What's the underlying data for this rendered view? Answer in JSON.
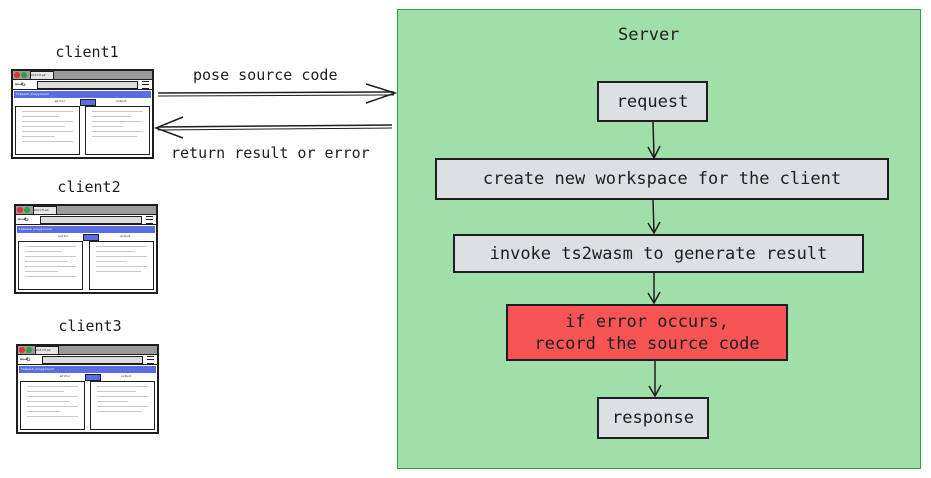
{
  "clients": [
    {
      "label": "client1"
    },
    {
      "label": "client2"
    },
    {
      "label": "client3"
    }
  ],
  "browser_mock": {
    "tab_label": "Untitled",
    "banner": "ts2wasm playground",
    "editor_heading": "editor",
    "output_heading": "output"
  },
  "arrows": {
    "request_label": "pose source code",
    "response_label": "return result or error"
  },
  "server": {
    "title": "Server",
    "steps": [
      "request",
      "create new workspace for the client",
      "invoke ts2wasm to generate result",
      "if error occurs,\nrecord the source code",
      "response"
    ]
  },
  "colors": {
    "server_fill": "#a0dfaa",
    "server_stroke": "#2f9e44",
    "step_fill": "#dcdfe3",
    "error_fill": "#f75555",
    "accent_blue": "#5b6ee1"
  }
}
